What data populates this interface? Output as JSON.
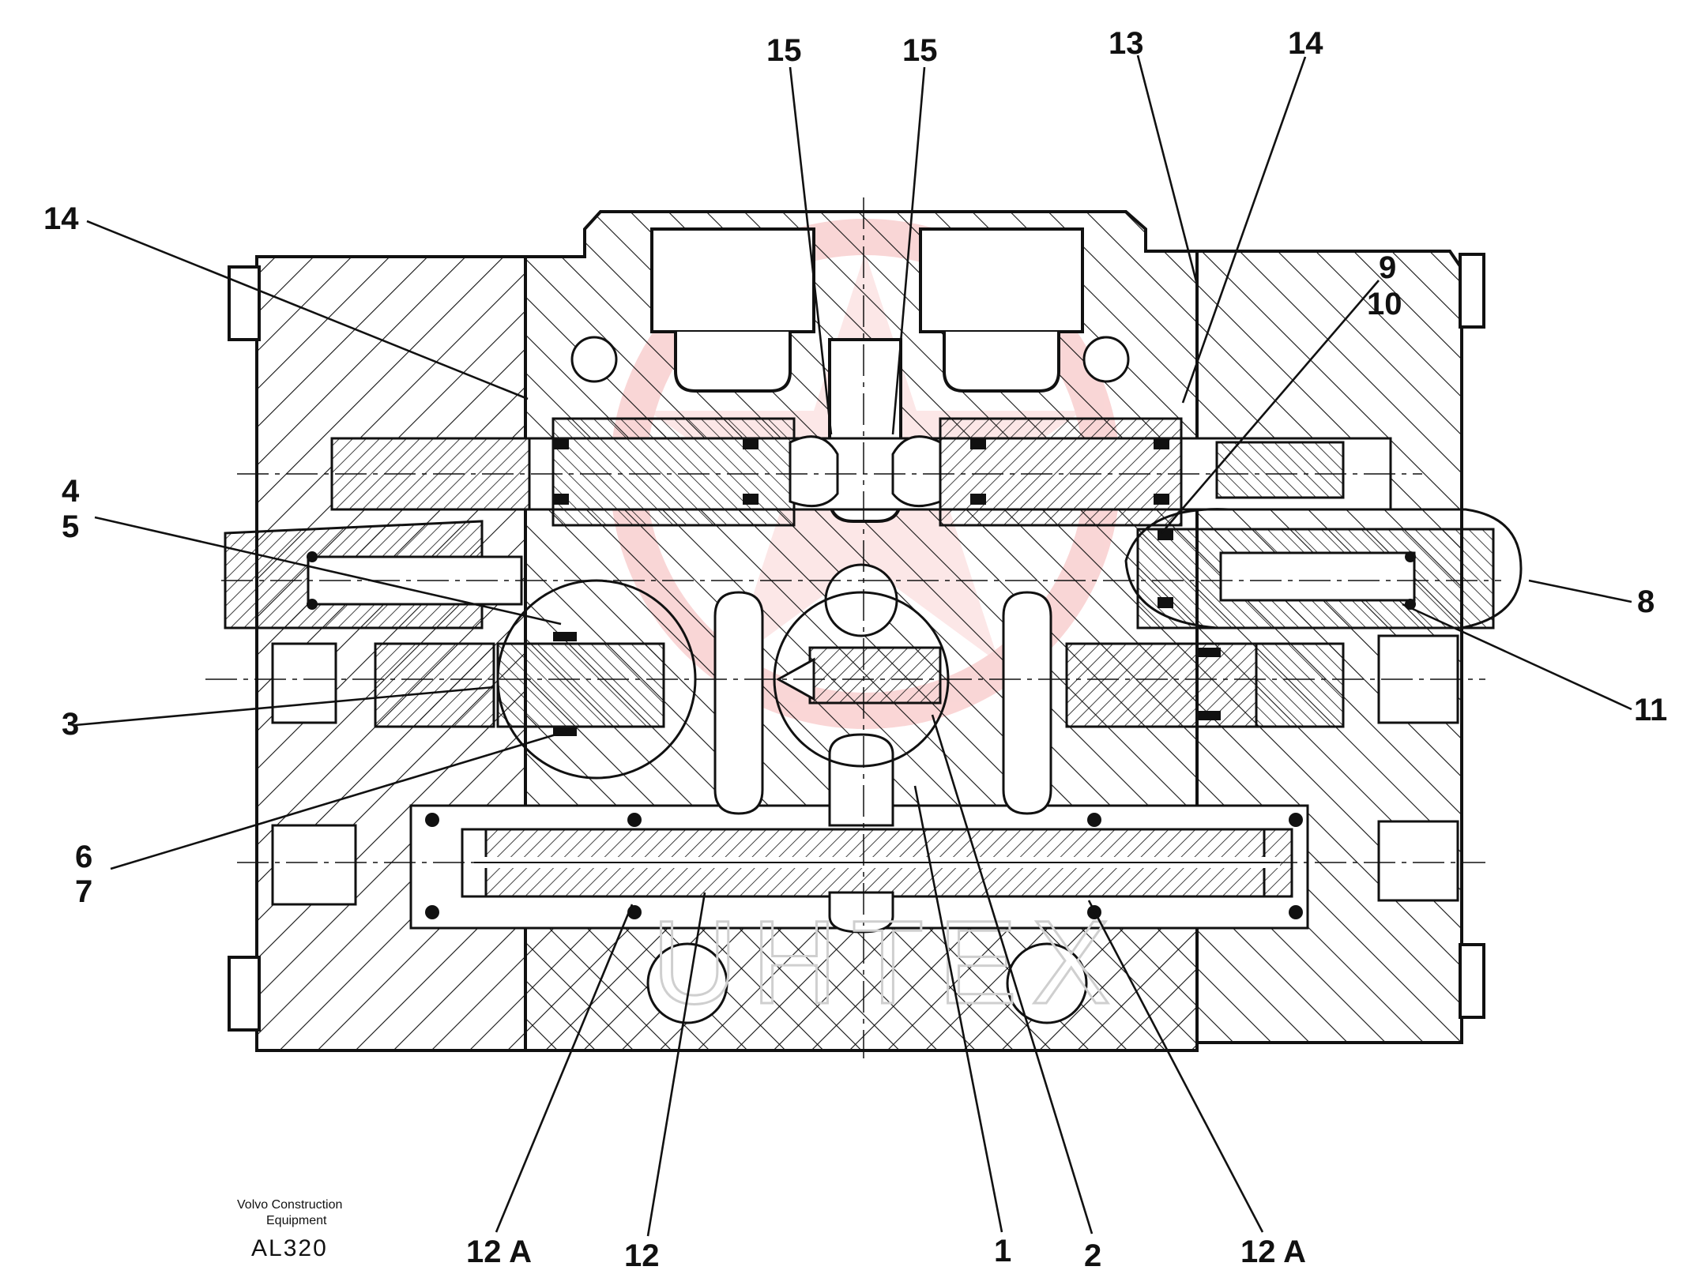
{
  "caption": {
    "maker_line1": "Volvo Construction",
    "maker_line2": "Equipment",
    "drawing_code": "AL320"
  },
  "watermark": {
    "text": "UHTEX",
    "color": "#f5b5b5"
  },
  "colors": {
    "line": "#111111",
    "body_fill": "#ffffff",
    "seal": "#111111"
  },
  "callouts": [
    {
      "id": "c15a",
      "label": "15"
    },
    {
      "id": "c15b",
      "label": "15"
    },
    {
      "id": "c13",
      "label": "13"
    },
    {
      "id": "c14r",
      "label": "14"
    },
    {
      "id": "c14l",
      "label": "14"
    },
    {
      "id": "c9",
      "label": "9"
    },
    {
      "id": "c10",
      "label": "10"
    },
    {
      "id": "c4",
      "label": "4"
    },
    {
      "id": "c5",
      "label": "5"
    },
    {
      "id": "c8",
      "label": "8"
    },
    {
      "id": "c3",
      "label": "3"
    },
    {
      "id": "c11",
      "label": "11"
    },
    {
      "id": "c6",
      "label": "6"
    },
    {
      "id": "c7",
      "label": "7"
    },
    {
      "id": "c12al",
      "label": "12 A"
    },
    {
      "id": "c12",
      "label": "12"
    },
    {
      "id": "c1",
      "label": "1"
    },
    {
      "id": "c2",
      "label": "2"
    },
    {
      "id": "c12ar",
      "label": "12 A"
    }
  ]
}
